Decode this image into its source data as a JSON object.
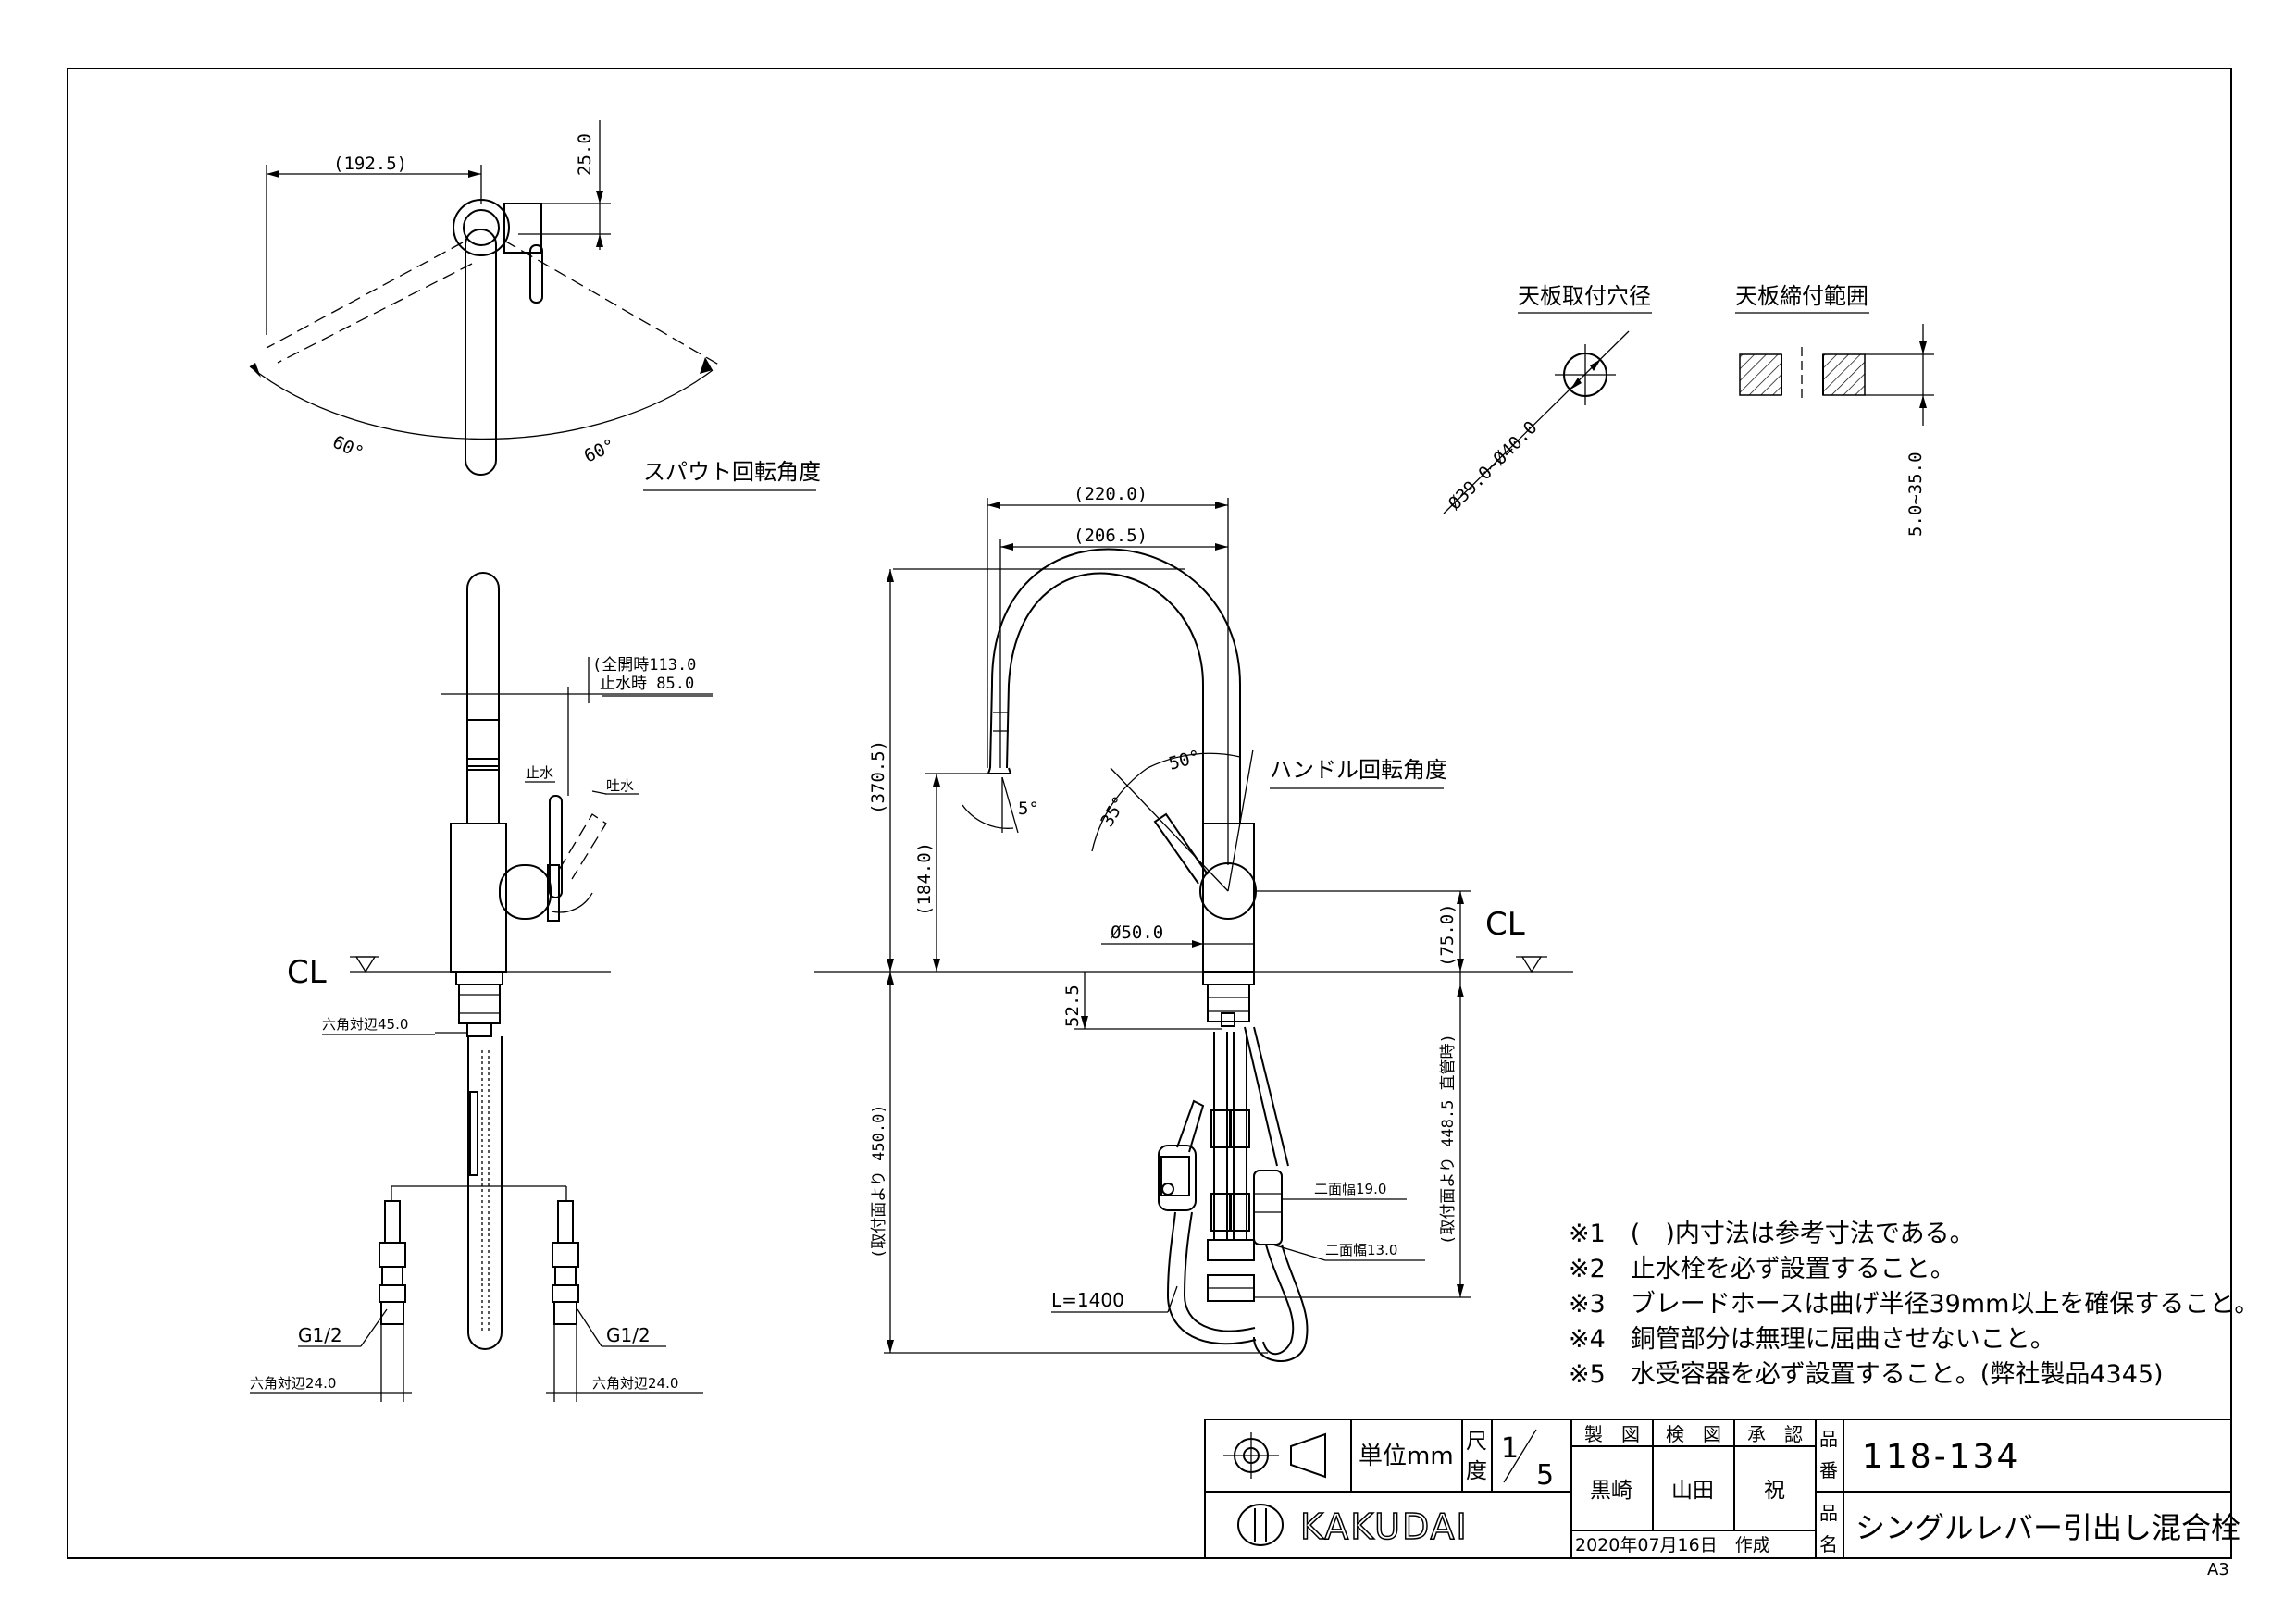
{
  "views": {
    "top": {
      "dim_width": "(192.5)",
      "dim_height": "25.0",
      "angle_left": "60°",
      "angle_right": "60°",
      "caption": "スパウト回転角度"
    },
    "side": {
      "dim_open": "(全開時113.0",
      "dim_stop": "止水時  85.0",
      "label_stop": "止水",
      "label_flow": "吐水",
      "cl": "CL",
      "hex_base": "六角対辺45.0",
      "thread_left": "G1/2",
      "thread_right": "G1/2",
      "hex_left": "六角対辺24.0",
      "hex_right": "六角対辺24.0"
    },
    "front": {
      "dim_220": "(220.0)",
      "dim_206": "(206.5)",
      "dim_370": "(370.5)",
      "dim_184": "(184.0)",
      "dim_75": "(75.0)",
      "dim_52": "52.5",
      "dim_50": "Ø50.0",
      "angle_5": "5°",
      "angle_35": "35°",
      "angle_50": "50°",
      "caption": "ハンドル回転角度",
      "cl": "CL",
      "dim_450": "(取付面より  450.0)",
      "dim_448": "(取付面より  448.5 直管時)",
      "width_19": "二面幅19.0",
      "width_13": "二面幅13.0",
      "hose_length": "L=1400"
    },
    "hole": {
      "title": "天板取付穴径",
      "dim": "Ø39.0~Ø40.0"
    },
    "range": {
      "title": "天板締付範囲",
      "dim": "5.0~35.0"
    }
  },
  "notes": [
    "※1　(　)内寸法は参考寸法である。",
    "※2　止水栓を必ず設置すること。",
    "※3　ブレードホースは曲げ半径39mm以上を確保すること。",
    "※4　銅管部分は無理に屈曲させないこと。",
    "※5　水受容器を必ず設置すること。(弊社製品4345)"
  ],
  "title_block": {
    "unit": "単位mm",
    "scale_label_1": "尺",
    "scale_label_2": "度",
    "scale_num": "1",
    "scale_den": "5",
    "drawn_h": "製　図",
    "checked_h": "検　図",
    "approved_h": "承　認",
    "drawn": "黒崎",
    "checked": "山田",
    "approved": "祝",
    "date": "2020年07月16日　作成",
    "part_no_label_1": "品",
    "part_no_label_2": "番",
    "part_no": "118-134",
    "name_label_1": "品",
    "name_label_2": "名",
    "product_name": "シングルレバー引出し混合栓",
    "brand": "KAKUDAI"
  },
  "sheet_size": "A3"
}
